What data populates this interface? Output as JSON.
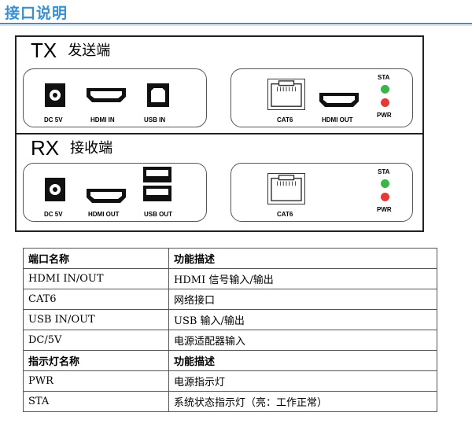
{
  "heading": "接口说明",
  "tx": {
    "code": "TX",
    "name": "发送端",
    "left_ports": [
      "DC 5V",
      "HDMI IN",
      "USB IN"
    ],
    "right_ports": [
      "CAT6",
      "HDMI OUT"
    ],
    "led_top": "STA",
    "led_bottom": "PWR"
  },
  "rx": {
    "code": "RX",
    "name": "接收端",
    "left_ports": [
      "DC 5V",
      "HDMI OUT",
      "USB OUT"
    ],
    "right_ports": [
      "CAT6"
    ],
    "led_top": "STA",
    "led_bottom": "PWR"
  },
  "colors": {
    "heading": "#3a8fd0",
    "led_sta": "#3bb54a",
    "led_pwr": "#e53935"
  },
  "icons": [
    "dc-jack-icon",
    "hdmi-port-icon",
    "usb-b-port-icon",
    "usb-a-port-icon",
    "rj45-port-icon",
    "led-icon"
  ],
  "table": {
    "rows": [
      {
        "type": "header",
        "c1": "端口名称",
        "c2": "功能描述"
      },
      {
        "c1": "HDMI IN/OUT",
        "c2": "HDMI 信号输入/输出"
      },
      {
        "c1": "CAT6",
        "c2": "网络接口"
      },
      {
        "c1": "USB IN/OUT",
        "c2": "USB 输入/输出"
      },
      {
        "c1": "DC/5V",
        "c2": "电源适配器输入"
      },
      {
        "type": "header",
        "c1": "指示灯名称",
        "c2": "功能描述"
      },
      {
        "c1": "PWR",
        "c2": "电源指示灯"
      },
      {
        "c1": "STA",
        "c2": "系统状态指示灯（亮：工作正常）"
      }
    ]
  }
}
